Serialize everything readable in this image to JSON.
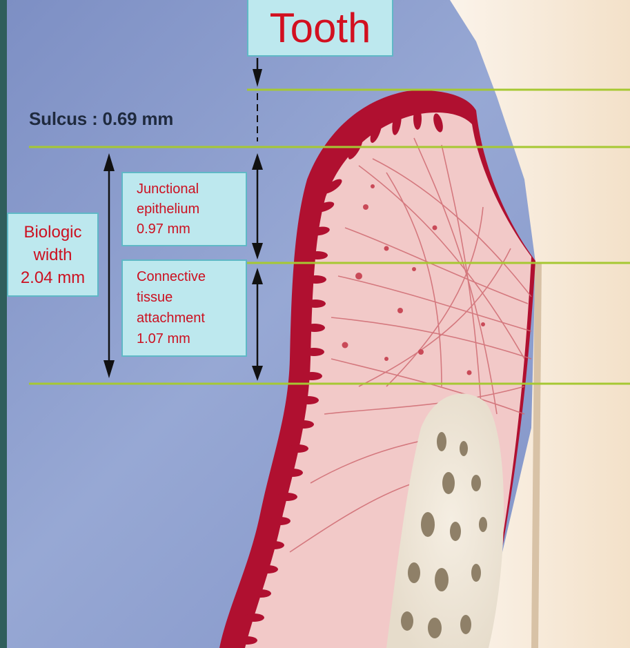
{
  "title": "Tooth",
  "sulcus": "Sulcus : 0.69 mm",
  "biologic_width": [
    "Biologic",
    "width",
    "2.04 mm"
  ],
  "junctional_epithelium": [
    "Junctional",
    "epithelium",
    "0.97 mm"
  ],
  "connective_tissue": [
    "Connective",
    "tissue",
    "attachment",
    "1.07 mm"
  ],
  "colors": {
    "label_text": "#cc1020",
    "box_fill": "#bde8ee",
    "gingiva_outline": "#b01030",
    "connective_tissue": "#f2c9c8",
    "boundary_lines": "#a6c832",
    "frame": "#2f5e5c"
  }
}
